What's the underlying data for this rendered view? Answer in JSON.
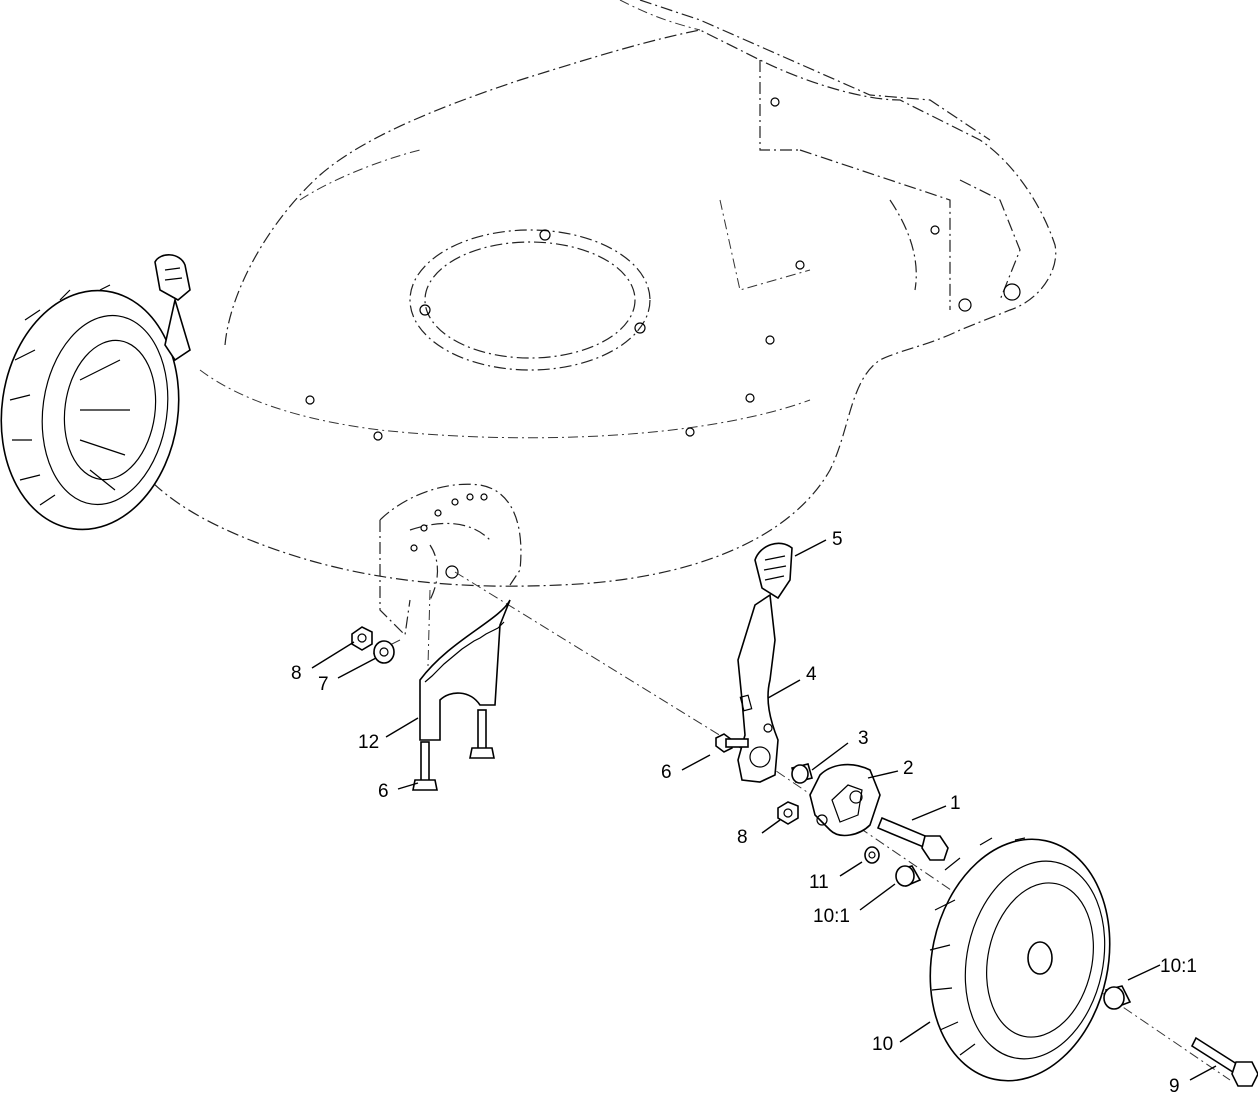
{
  "callouts": {
    "c1": "1",
    "c2": "2",
    "c3": "3",
    "c4": "4",
    "c5": "5",
    "c6a": "6",
    "c6b": "6",
    "c7": "7",
    "c8a": "8",
    "c8b": "8",
    "c9": "9",
    "c10": "10",
    "c10_1a": "10:1",
    "c10_1b": "10:1",
    "c11": "11",
    "c12": "12"
  }
}
